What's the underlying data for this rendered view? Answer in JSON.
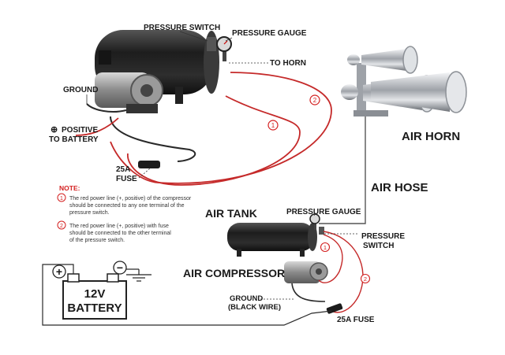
{
  "labels": {
    "pressure_switch_top": "PRESSURE SWITCH",
    "pressure_gauge_top": "PRESSURE GAUGE",
    "to_horn": "TO HORN",
    "ground_top": "GROUND",
    "positive_line1": "POSITIVE",
    "positive_line2": "TO BATTERY",
    "fuse_top_line1": "25A",
    "fuse_top_line2": "FUSE",
    "air_horn": "AIR HORN",
    "air_hose": "AIR HOSE",
    "air_tank": "AIR TANK",
    "pressure_gauge_bottom": "PRESSURE GAUGE",
    "pressure_switch_bottom_line1": "PRESSURE",
    "pressure_switch_bottom_line2": "SWITCH",
    "air_compressor": "AIR COMPRESSOR",
    "ground_bottom_line1": "GROUND",
    "ground_bottom_line2": "(BLACK WIRE)",
    "fuse_bottom": "25A FUSE",
    "battery_line1": "12V",
    "battery_line2": "BATTERY"
  },
  "note": {
    "title": "NOTE:",
    "items": [
      {
        "marker": "1",
        "lines": [
          "The red power line (+, positive) of the compressor",
          "should be connected to any one terminal of the",
          "pressure switch."
        ]
      },
      {
        "marker": "2",
        "lines": [
          "The red power line (+, positive) with fuse",
          "should be connected to the other terminal",
          "of the pressure switch."
        ]
      }
    ]
  },
  "markers": {
    "one": "1",
    "two": "2",
    "plus": "+",
    "minus": "−",
    "circled_plus": "⊕"
  },
  "colors": {
    "wire_red": "#c52a2a",
    "wire_black": "#2a2a2a",
    "marker_red": "#d42020",
    "tank_dark": "#2b2b2b",
    "chrome": "#b9bcc0"
  }
}
